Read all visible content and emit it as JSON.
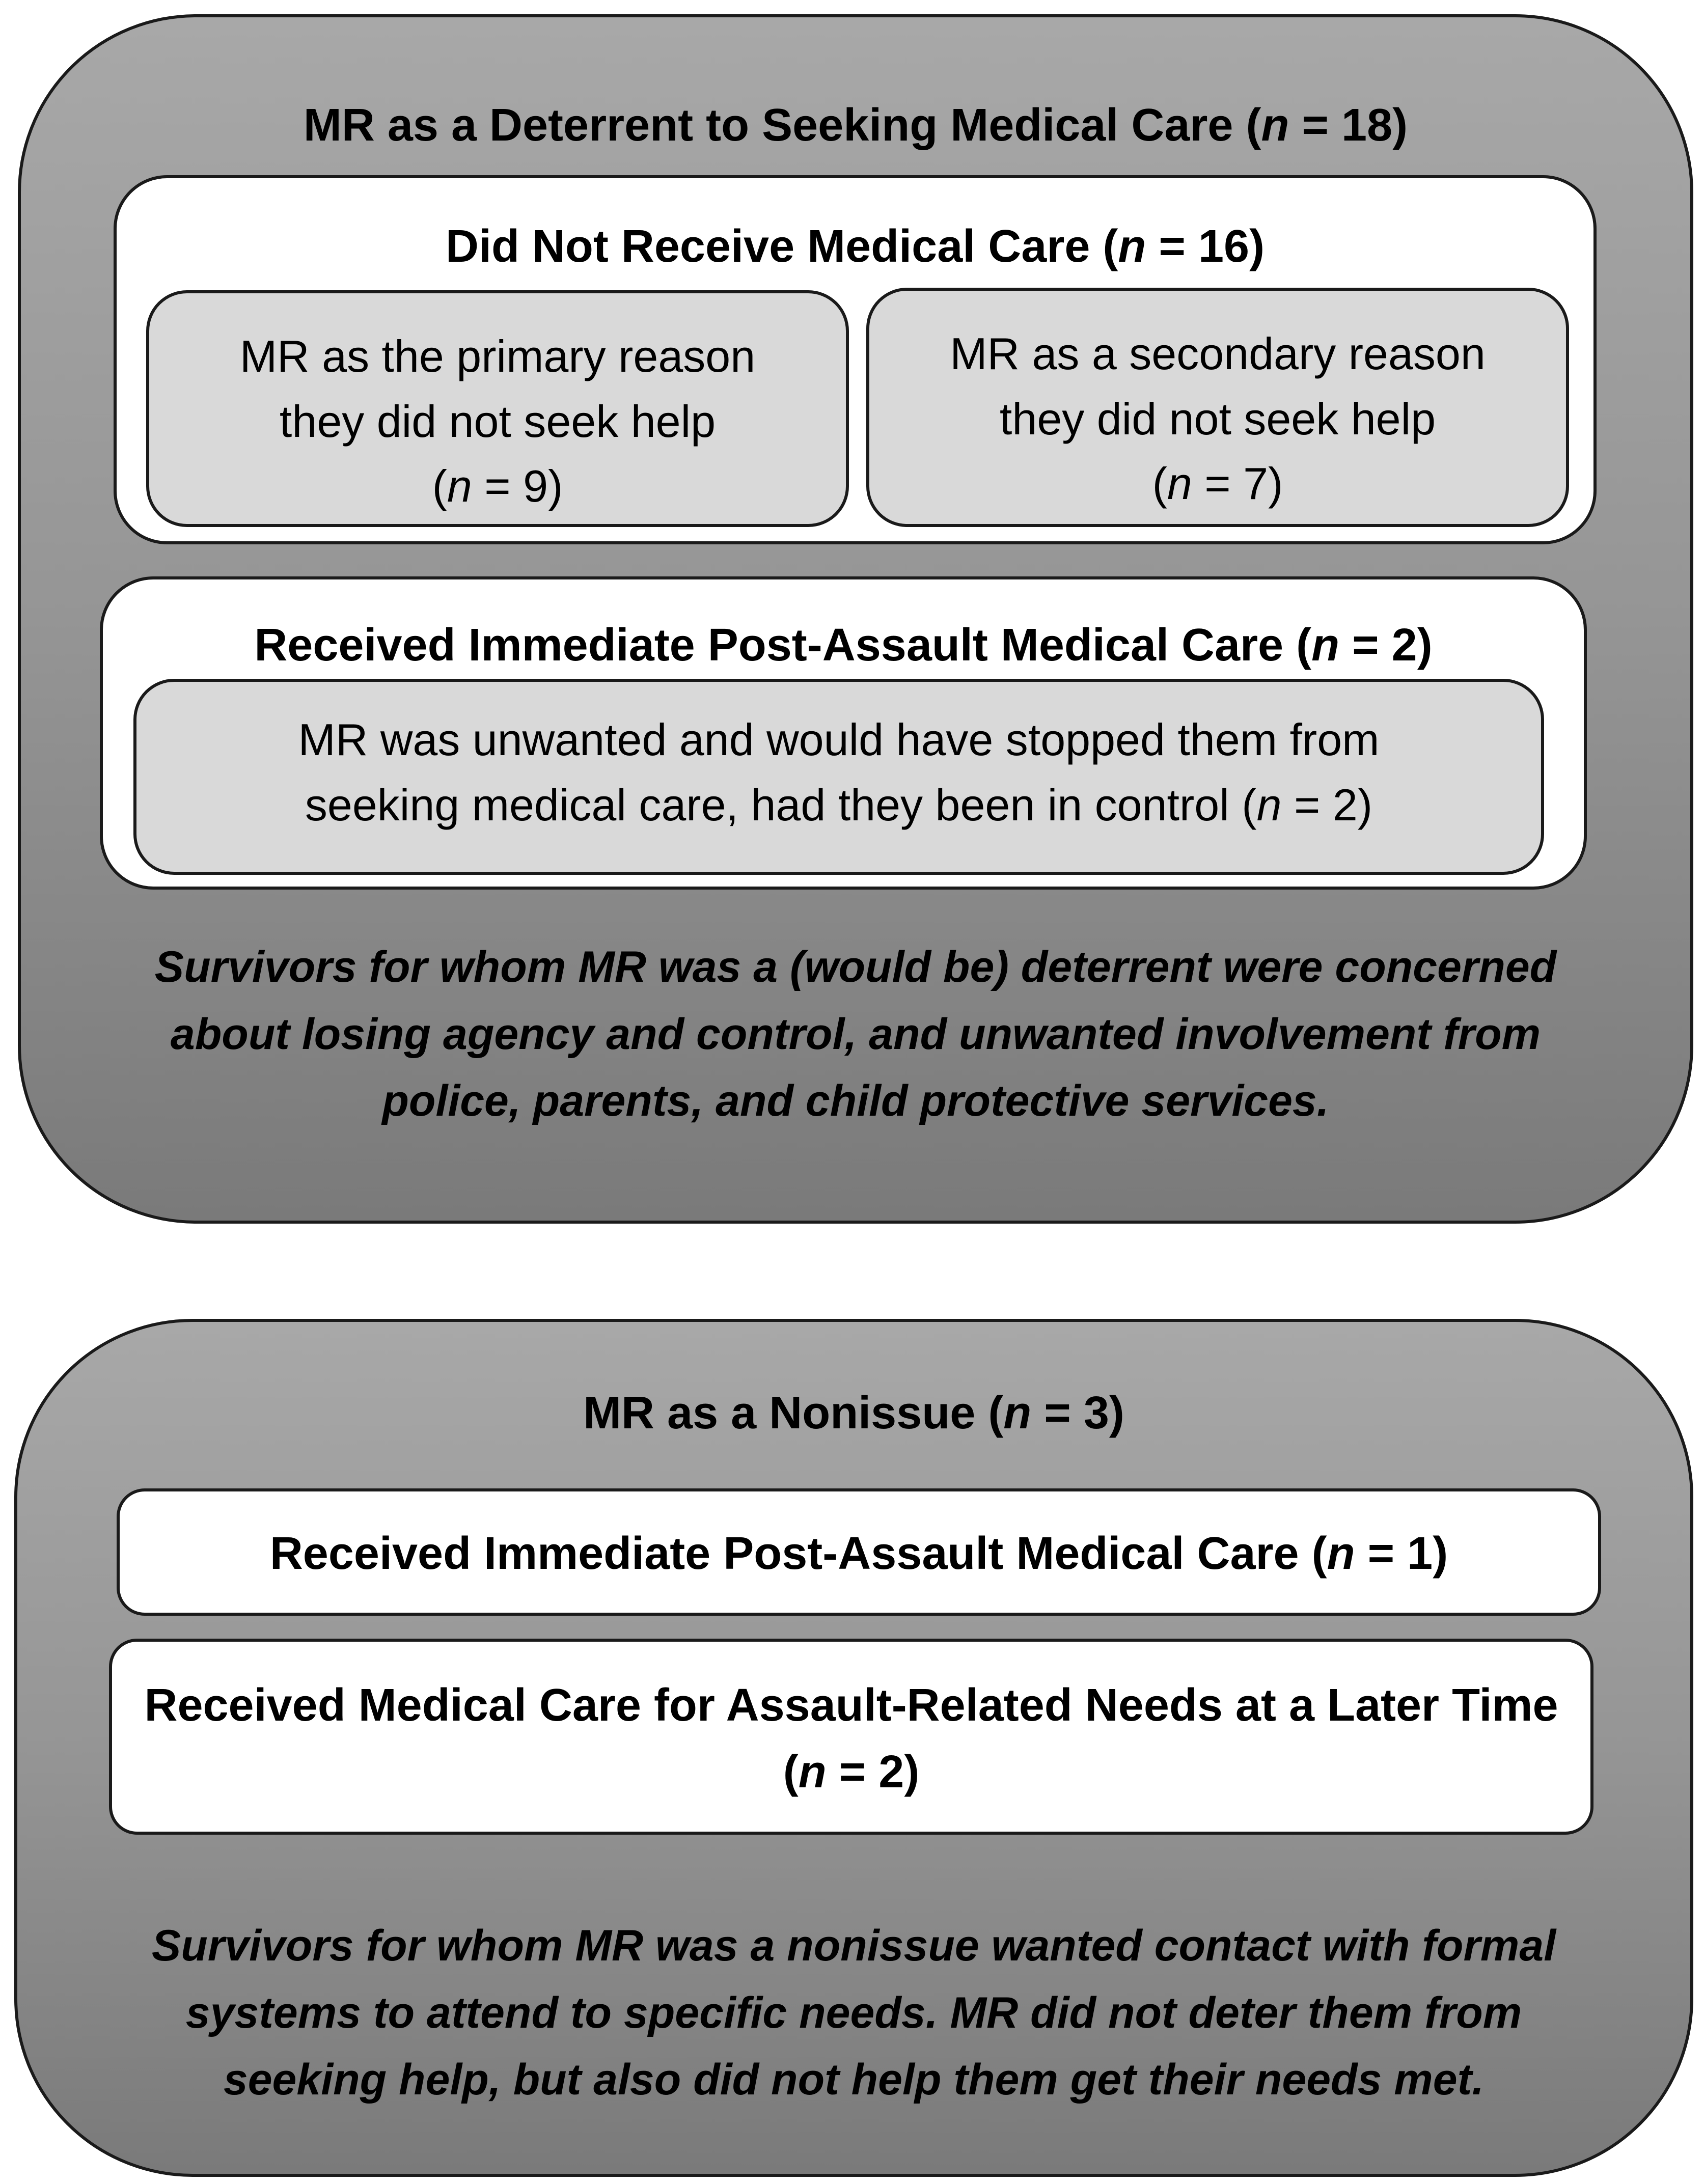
{
  "deterrent": {
    "title": "MR as a Deterrent to Seeking Medical Care",
    "n_label": "n",
    "n_value": "18",
    "no_care": {
      "title": "Did Not Receive Medical Care",
      "n_label": "n",
      "n_value": "16",
      "primary": {
        "line1": "MR as the primary reason",
        "line2": "they did not seek help",
        "n_label": "n",
        "n_value": "9"
      },
      "secondary": {
        "line1": "MR as a secondary reason",
        "line2": "they did not seek help",
        "n_label": "n",
        "n_value": "7"
      }
    },
    "immediate_care": {
      "title": "Received Immediate Post-Assault Medical Care",
      "n_label": "n",
      "n_value": "2",
      "detail": {
        "line1": "MR was unwanted and would have stopped them from",
        "line2": "seeking medical care, had they been in control",
        "n_label": "n",
        "n_value": "2"
      }
    },
    "summary": [
      "Survivors for whom MR was a (would be) deterrent were concerned",
      "about losing agency and control, and unwanted involvement from",
      "police, parents, and child protective services."
    ]
  },
  "nonissue": {
    "title": "MR as a Nonissue",
    "n_label": "n",
    "n_value": "3",
    "immediate_care": {
      "title": "Received Immediate Post-Assault Medical Care",
      "n_label": "n",
      "n_value": "1"
    },
    "later_care": {
      "title": "Received Medical Care for Assault-Related Needs at a Later Time",
      "n_label": "n",
      "n_value": "2"
    },
    "summary": [
      "Survivors for whom MR was a nonissue wanted contact with formal",
      "systems to attend to specific needs. MR did not deter them from",
      "seeking help, but also did not help them get their needs met."
    ]
  }
}
